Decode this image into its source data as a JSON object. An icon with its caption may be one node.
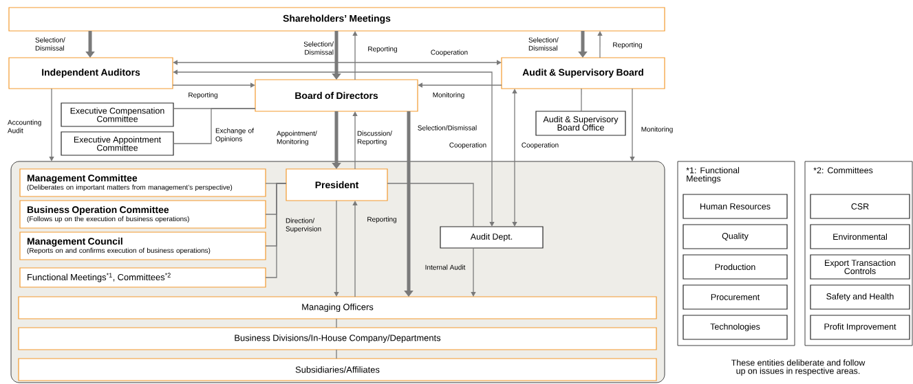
{
  "diagram": {
    "nodes": [
      {
        "text": [
          "Shareholders’ Meetings"
        ]
      },
      {
        "text": [
          "Independent Auditors"
        ]
      },
      {
        "text": [
          "Board of Directors"
        ]
      },
      {
        "text": [
          "Audit & Supervisory Board"
        ]
      },
      {
        "text": [
          "Executive Compensation Committee"
        ]
      },
      {
        "text": [
          "Executive Appointment Committee"
        ]
      },
      {
        "text": [
          "Audit & Supervisory Board Office"
        ]
      },
      {
        "text": [],
        "shape": "box"
      },
      {
        "text": [
          "Management Committee",
          "(Deliberates on important matters from management’s perspective)"
        ],
        "in": 7
      },
      {
        "text": [
          "Business Operation Committee",
          "(Follows up on the execution of business operations)"
        ],
        "in": 7
      },
      {
        "text": [
          "Management Council",
          "(Reports on and confirms execution of business operations)"
        ],
        "in": 7
      },
      {
        "text": [
          "Functional Meetings$^{*1}$, Committees$^{*2}$"
        ],
        "in": 7
      },
      {
        "text": [
          "President"
        ],
        "in": 7
      },
      {
        "text": [
          "Audit Dept."
        ],
        "in": 7
      },
      {
        "text": [
          "Managing Officers"
        ],
        "in": 7
      },
      {
        "text": [
          "Business Divisions/In-House Company/Departments"
        ],
        "in": 7
      },
      {
        "text": [
          "Subsidiaries/Affiliates"
        ],
        "in": 7
      },
      {
        "text": [
          "*1: Functional Meetings"
        ]
      },
      {
        "text": [
          "Human Resources"
        ],
        "in": 17
      },
      {
        "text": [
          "Quality"
        ],
        "in": 17
      },
      {
        "text": [
          "Production"
        ],
        "in": 17
      },
      {
        "text": [
          "Procurement"
        ],
        "in": 17
      },
      {
        "text": [
          "Technologies"
        ],
        "in": 17
      },
      {
        "text": [
          "*2: Committees"
        ]
      },
      {
        "text": [
          "CSR"
        ],
        "in": 23
      },
      {
        "text": [
          "Environmental"
        ],
        "in": 23
      },
      {
        "text": [
          "Export Transaction Controls"
        ],
        "in": 23
      },
      {
        "text": [
          "Safety and Health"
        ],
        "in": 23
      },
      {
        "text": [
          "Profit Improvement"
        ],
        "in": 23
      }
    ],
    "edges": [
      {
        "from": 0,
        "to": 1,
        "arrow": "to",
        "label": "Selection/ Dismissal",
        "style": "thick"
      },
      {
        "from": 0,
        "to": 2,
        "arrow": "to",
        "label": "Selection/ Dismissal",
        "style": "thick"
      },
      {
        "from": 2,
        "to": 0,
        "arrow": "to",
        "label": "Reporting"
      },
      {
        "from": 0,
        "to": 3,
        "arrow": "to",
        "label": "Selection/ Dismissal",
        "style": "thick"
      },
      {
        "from": 3,
        "to": 0,
        "arrow": "to",
        "label": "Reporting"
      },
      {
        "from": 1,
        "to": 3,
        "arrow": "both",
        "label": "Cooperation"
      },
      {
        "from": 1,
        "to": 13,
        "arrow": "both",
        "label": "Cooperation"
      },
      {
        "from": 1,
        "to": 2,
        "arrow": "to",
        "label": "Reporting"
      },
      {
        "from": 3,
        "to": 2,
        "arrow": "to",
        "label": "Monitoring"
      },
      {
        "from": 1,
        "to": 7,
        "arrow": "to",
        "label": "Accounting Audit"
      },
      {
        "from": 4,
        "to": 2,
        "arrow": "none"
      },
      {
        "from": 5,
        "to": 2,
        "arrow": "none",
        "label": "Exchange of Opinions"
      },
      {
        "from": 2,
        "to": 12,
        "arrow": "to",
        "label": "Appointment/ Monitoring",
        "style": "thick"
      },
      {
        "from": 12,
        "to": 2,
        "arrow": "to",
        "label": "Discussion/ Reporting"
      },
      {
        "from": 2,
        "to": 14,
        "arrow": "to",
        "label": "Selection/Dismissal",
        "style": "thick"
      },
      {
        "from": 3,
        "to": 13,
        "arrow": "both",
        "label": "Cooperation"
      },
      {
        "from": 3,
        "to": 6,
        "arrow": "none"
      },
      {
        "from": 3,
        "to": 7,
        "arrow": "to",
        "label": "Monitoring"
      },
      {
        "from": 12,
        "to": 13,
        "arrow": "none"
      },
      {
        "from": 13,
        "to": 14,
        "arrow": "to",
        "label": "Internal Audit"
      },
      {
        "from": 12,
        "to": 14,
        "arrow": "to",
        "label": "Direction/ Supervision"
      },
      {
        "from": 14,
        "to": 12,
        "arrow": "to",
        "label": "Reporting"
      },
      {
        "from": 8,
        "to": 12,
        "arrow": "none"
      },
      {
        "from": 9,
        "to": 12,
        "arrow": "none"
      },
      {
        "from": 10,
        "to": 12,
        "arrow": "none"
      },
      {
        "from": 11,
        "to": 12,
        "arrow": "none"
      },
      {
        "from": 14,
        "to": 15,
        "arrow": "none"
      },
      {
        "from": 15,
        "to": 16,
        "arrow": "none"
      }
    ],
    "labels": [
      "These entities deliberate and follow up on issues in respective areas."
    ]
  }
}
